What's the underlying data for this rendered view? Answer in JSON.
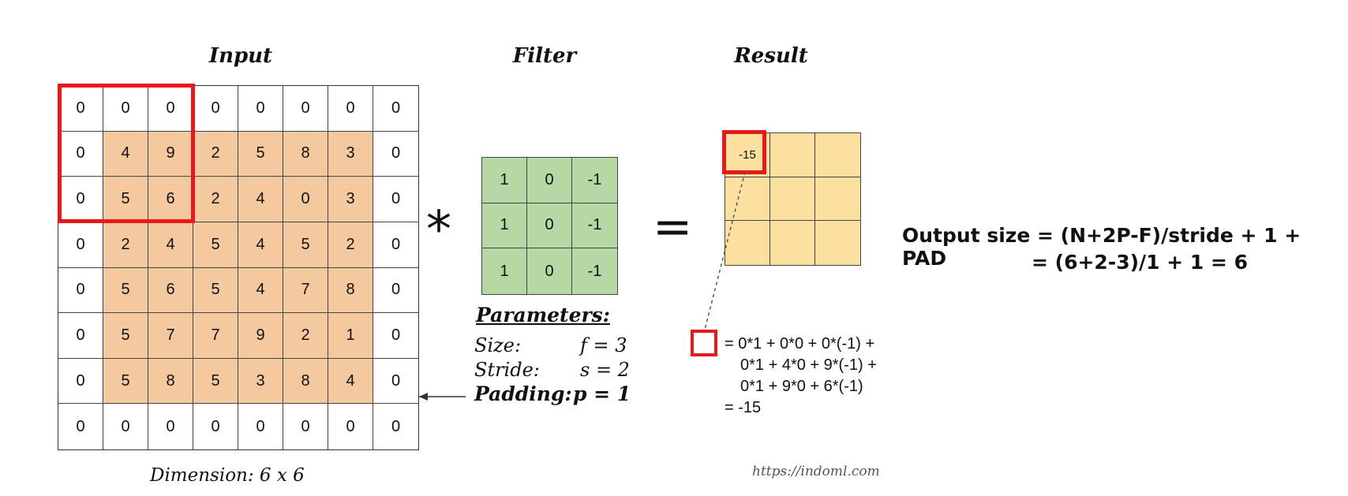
{
  "headings": {
    "input": "Input",
    "filter": "Filter",
    "result": "Result"
  },
  "input_matrix": [
    [
      "0",
      "0",
      "0",
      "0",
      "0",
      "0",
      "0",
      "0"
    ],
    [
      "0",
      "4",
      "9",
      "2",
      "5",
      "8",
      "3",
      "0"
    ],
    [
      "0",
      "5",
      "6",
      "2",
      "4",
      "0",
      "3",
      "0"
    ],
    [
      "0",
      "2",
      "4",
      "5",
      "4",
      "5",
      "2",
      "0"
    ],
    [
      "0",
      "5",
      "6",
      "5",
      "4",
      "7",
      "8",
      "0"
    ],
    [
      "0",
      "5",
      "7",
      "7",
      "9",
      "2",
      "1",
      "0"
    ],
    [
      "0",
      "5",
      "8",
      "5",
      "3",
      "8",
      "4",
      "0"
    ],
    [
      "0",
      "0",
      "0",
      "0",
      "0",
      "0",
      "0",
      "0"
    ]
  ],
  "filter_matrix": [
    [
      "1",
      "0",
      "-1"
    ],
    [
      "1",
      "0",
      "-1"
    ],
    [
      "1",
      "0",
      "-1"
    ]
  ],
  "result_matrix": [
    [
      "-15",
      "",
      ""
    ],
    [
      "",
      "",
      ""
    ],
    [
      "",
      "",
      ""
    ]
  ],
  "operators": {
    "convolve": "*",
    "equals": "="
  },
  "parameters": {
    "title": "Parameters:",
    "size_label": "Size:",
    "size_value": "f = 3",
    "stride_label": "Stride:",
    "stride_value": "s = 2",
    "padding_label": "Padding:",
    "padding_value": "p = 1"
  },
  "calculation": {
    "line1": "= 0*1 + 0*0 + 0*(-1) +",
    "line2": "0*1 + 4*0 + 9*(-1) +",
    "line3": "0*1 + 9*0 + 6*(-1)",
    "line4": "= -15"
  },
  "formula": {
    "line1": "Output size = (N+2P-F)/stride + 1 + PAD",
    "line2": "= (6+2-3)/1 + 1 = 6"
  },
  "dimension_label": "Dimension: 6 x 6",
  "source_url": "https://indoml.com",
  "colors": {
    "inner": "#f5c9a0",
    "filter": "#b5d8a4",
    "result": "#fbe09f",
    "highlight": "#e8191b"
  }
}
